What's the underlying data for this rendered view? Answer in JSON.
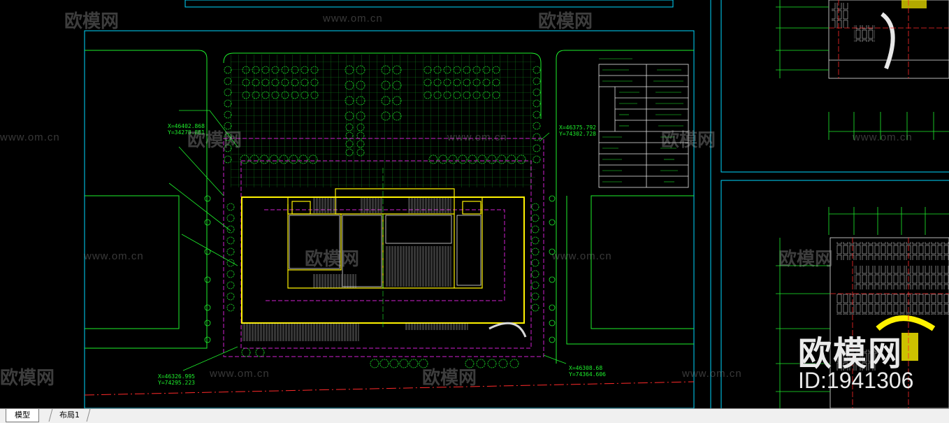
{
  "tabs": [
    {
      "label": "模型",
      "active": true
    },
    {
      "label": "布局1",
      "active": false
    }
  ],
  "watermark": {
    "site": "www.om.cn",
    "brand": "欧模网",
    "id_text": "ID:1941306"
  },
  "coordinates": {
    "top_left": "X=46402.868\nY=34278.881",
    "top_right": "X=46375.792\nY=74302.728",
    "bottom_left": "X=46326.995\nY=74295.223",
    "bottom_right": "X=46308.68\nY=74364.606"
  },
  "colors": {
    "background": "#000000",
    "border_cyan": "#00d8ff",
    "green": "#1ef02c",
    "yellow": "#fff200",
    "magenta": "#d020d0",
    "white": "#ffffff",
    "red": "#ff2a2a"
  }
}
